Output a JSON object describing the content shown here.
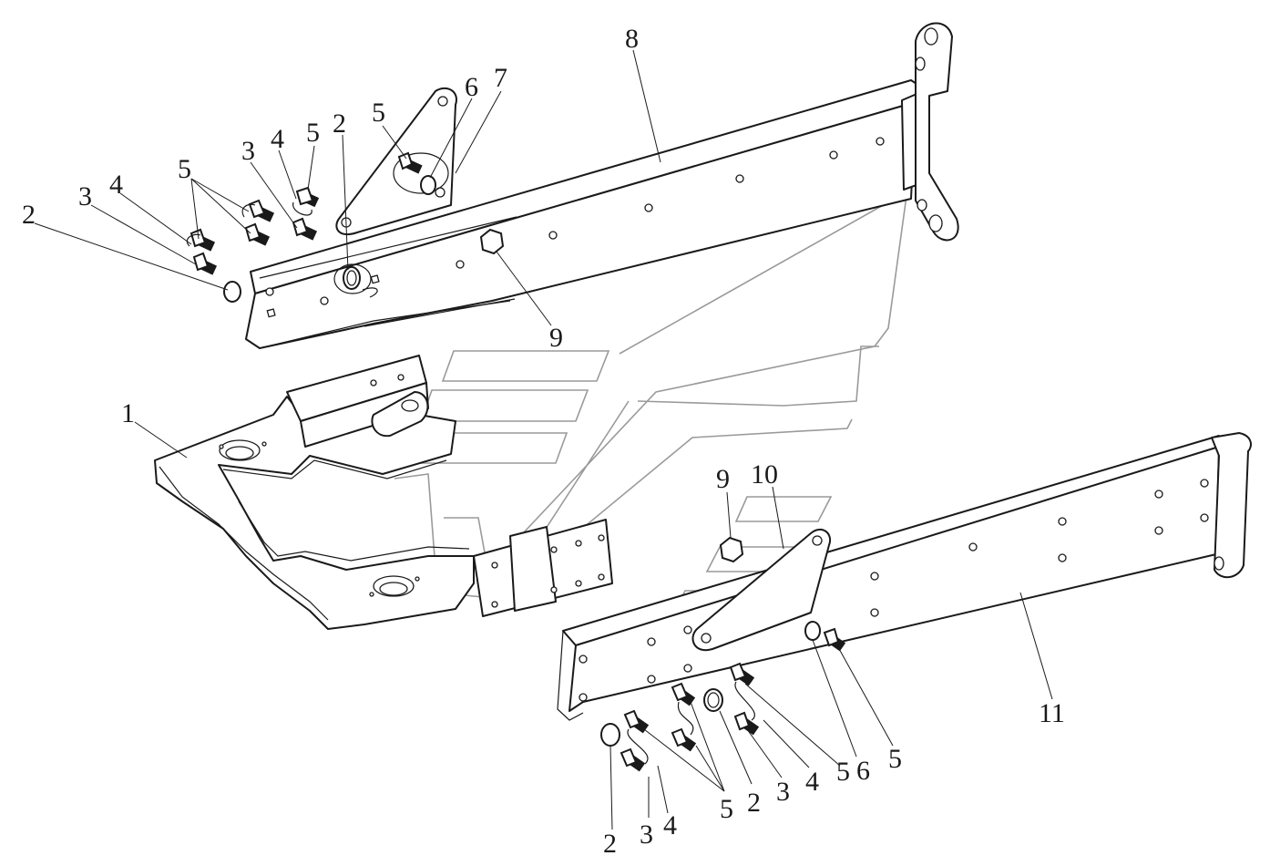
{
  "callouts": [
    {
      "id": "c1",
      "text": "1"
    },
    {
      "id": "c2a",
      "text": "2"
    },
    {
      "id": "c2b",
      "text": "2"
    },
    {
      "id": "c2c",
      "text": "2"
    },
    {
      "id": "c2d",
      "text": "2"
    },
    {
      "id": "c3a",
      "text": "3"
    },
    {
      "id": "c3b",
      "text": "3"
    },
    {
      "id": "c3c",
      "text": "3"
    },
    {
      "id": "c3d",
      "text": "3"
    },
    {
      "id": "c4a",
      "text": "4"
    },
    {
      "id": "c4b",
      "text": "4"
    },
    {
      "id": "c4c",
      "text": "4"
    },
    {
      "id": "c4d",
      "text": "4"
    },
    {
      "id": "c5a",
      "text": "5"
    },
    {
      "id": "c5b",
      "text": "5"
    },
    {
      "id": "c5c",
      "text": "5"
    },
    {
      "id": "c5d",
      "text": "5"
    },
    {
      "id": "c5e",
      "text": "5"
    },
    {
      "id": "c5f",
      "text": "5"
    },
    {
      "id": "c6a",
      "text": "6"
    },
    {
      "id": "c6b",
      "text": "6"
    },
    {
      "id": "c7",
      "text": "7"
    },
    {
      "id": "c8",
      "text": "8"
    },
    {
      "id": "c9a",
      "text": "9"
    },
    {
      "id": "c9b",
      "text": "9"
    },
    {
      "id": "c10",
      "text": "10"
    },
    {
      "id": "c11",
      "text": "11"
    }
  ]
}
